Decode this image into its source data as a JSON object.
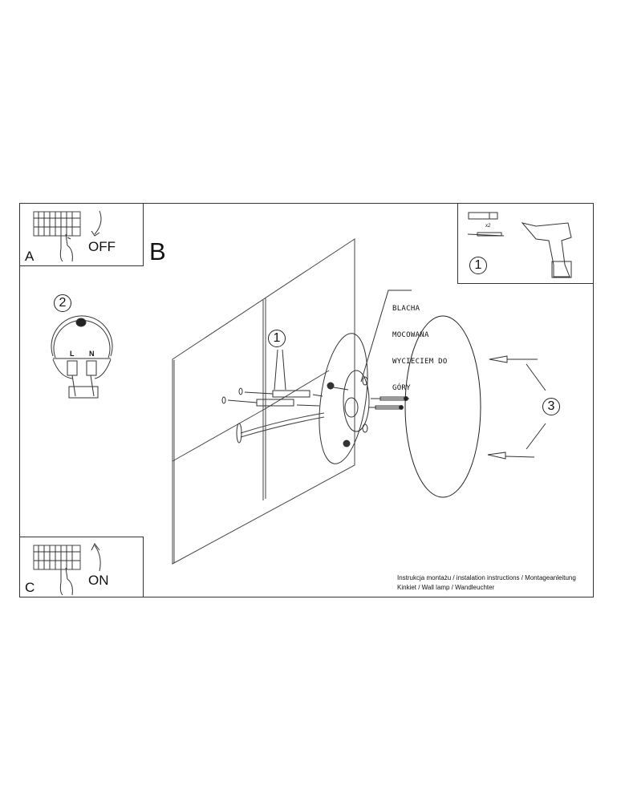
{
  "diagram": {
    "title": "Instrukcja montażu / instalation instructions / Montageanleitung",
    "subtitle": "Kinkiet / Wall lamp / Wandleuchter",
    "steps": {
      "A": {
        "letter": "A",
        "action": "OFF",
        "icon": "circuit-breaker-switch-off"
      },
      "B": {
        "letter": "B",
        "action": "mount lamp on wall"
      },
      "C": {
        "letter": "C",
        "action": "ON",
        "icon": "circuit-breaker-switch-on"
      }
    },
    "callouts": {
      "one_tools": "1",
      "one_wall": "1",
      "two": "2",
      "three": "3"
    },
    "tools_panel": {
      "quantity": "x2",
      "items": [
        "wall-plug",
        "screw",
        "drill"
      ]
    },
    "wiring": {
      "live": "L",
      "neutral": "N"
    },
    "plate_note": {
      "line1": "BLACHA",
      "line2": "MOCOWANA",
      "line3": "WYCIECIEM DO",
      "line4": "GÓRY"
    },
    "colors": {
      "line": "#333333",
      "background": "#ffffff"
    }
  }
}
